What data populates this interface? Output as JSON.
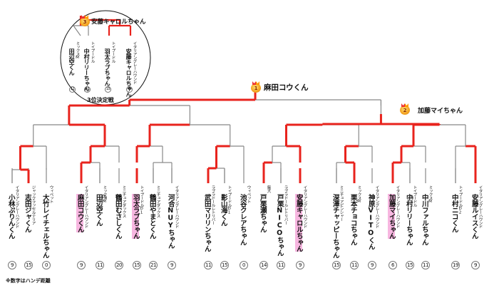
{
  "champion": {
    "rank": "1",
    "name": "麻田コウくん"
  },
  "runner_up": {
    "rank": "2",
    "name": "加藤マイちゃん"
  },
  "third_place": {
    "rank": "3",
    "name": "安藤キャロルちゃん",
    "match_label": "3位決定戦",
    "entrants": [
      {
        "breed": "ミックスM",
        "name": "田辺空くん",
        "handicap": "11"
      },
      {
        "breed": "トイプードル",
        "name": "中村リリーちゃん",
        "handicap": "15"
      },
      {
        "breed": "トイプードル",
        "name": "羽太ラブちゃん",
        "handicap": "15"
      },
      {
        "breed": "イタリアングレーハウンド",
        "name": "安藤キャロルちゃん",
        "handicap": "9"
      }
    ]
  },
  "entrants": [
    {
      "breed": "イタリアングレーハウンド",
      "name": "小林ぷりんくん",
      "handicap": "9",
      "highlight": false
    },
    {
      "breed": "ジャックラッセルテリア",
      "name": "志田ジャくん",
      "handicap": "15",
      "highlight": false
    },
    {
      "breed": "ウィペット",
      "name": "大竹レイチェルちゃん",
      "handicap": "0",
      "highlight": false
    },
    {
      "breed": "イタリアングレーハウンド",
      "name": "麻田コウくん",
      "handicap": "9",
      "highlight": true
    },
    {
      "breed": "ミックスM",
      "name": "田辺空くん",
      "handicap": "11",
      "highlight": false
    },
    {
      "breed": "ミニチュアダックス",
      "name": "鶴田むさしくん",
      "handicap": "20",
      "highlight": false
    },
    {
      "breed": "トイプードルD1",
      "name": "羽太ラブちゃん",
      "handicap": "15",
      "highlight": true
    },
    {
      "breed": "ミニチュアダックス",
      "name": "鶴田やまとくん",
      "handicap": "21",
      "highlight": false
    },
    {
      "breed": "イタリアングレーハウンド",
      "name": "河合NUYちゃん",
      "handicap": "9",
      "highlight": false
    },
    {
      "breed": "ラブラドールレトリバー",
      "name": "武田マリリンちゃん",
      "handicap": "11",
      "highlight": false
    },
    {
      "breed": "トイプードルD1",
      "name": "影山海くん",
      "handicap": "15",
      "highlight": false
    },
    {
      "breed": "ウィペット",
      "name": "池谷クレアちゃん",
      "handicap": "0",
      "highlight": false
    },
    {
      "breed": "柴犬",
      "name": "戸栗瀬ちゃん",
      "handicap": "14",
      "highlight": false
    },
    {
      "breed": "ラブラドールレトリバー",
      "name": "戸栗NICOちゃん",
      "handicap": "11",
      "highlight": false
    },
    {
      "breed": "イタリアングレーハウンド",
      "name": "安藤キャロルちゃん",
      "handicap": "9",
      "highlight": true
    },
    {
      "breed": "ミニチュアピンシャー",
      "name": "深澤チャッピーちゃん",
      "handicap": "15",
      "highlight": false
    },
    {
      "breed": "ミックスM",
      "name": "栗本チョコちゃん",
      "handicap": "11",
      "highlight": false
    },
    {
      "breed": "イタリアングレーハウンド",
      "name": "神原VITOくん",
      "handicap": "9",
      "highlight": false
    },
    {
      "breed": "イタリアングレーハウンド",
      "name": "加藤マイちゃん",
      "handicap": "6",
      "highlight": true
    },
    {
      "breed": "トイプードル",
      "name": "中村リリーちゃん",
      "handicap": "15",
      "highlight": false
    },
    {
      "breed": "ミックスM",
      "name": "中川ファルちゃん",
      "handicap": "11",
      "highlight": false
    },
    {
      "breed": "トイプードルD2",
      "name": "中村ニコくん",
      "handicap": "19",
      "highlight": false
    },
    {
      "breed": "イタリアングレーハウンド",
      "name": "安藤ルイスくん",
      "handicap": "9",
      "highlight": false
    }
  ],
  "extra_marks": {
    "wildcard_handicap": "15"
  },
  "footnote": "※数字はハンデ距離"
}
